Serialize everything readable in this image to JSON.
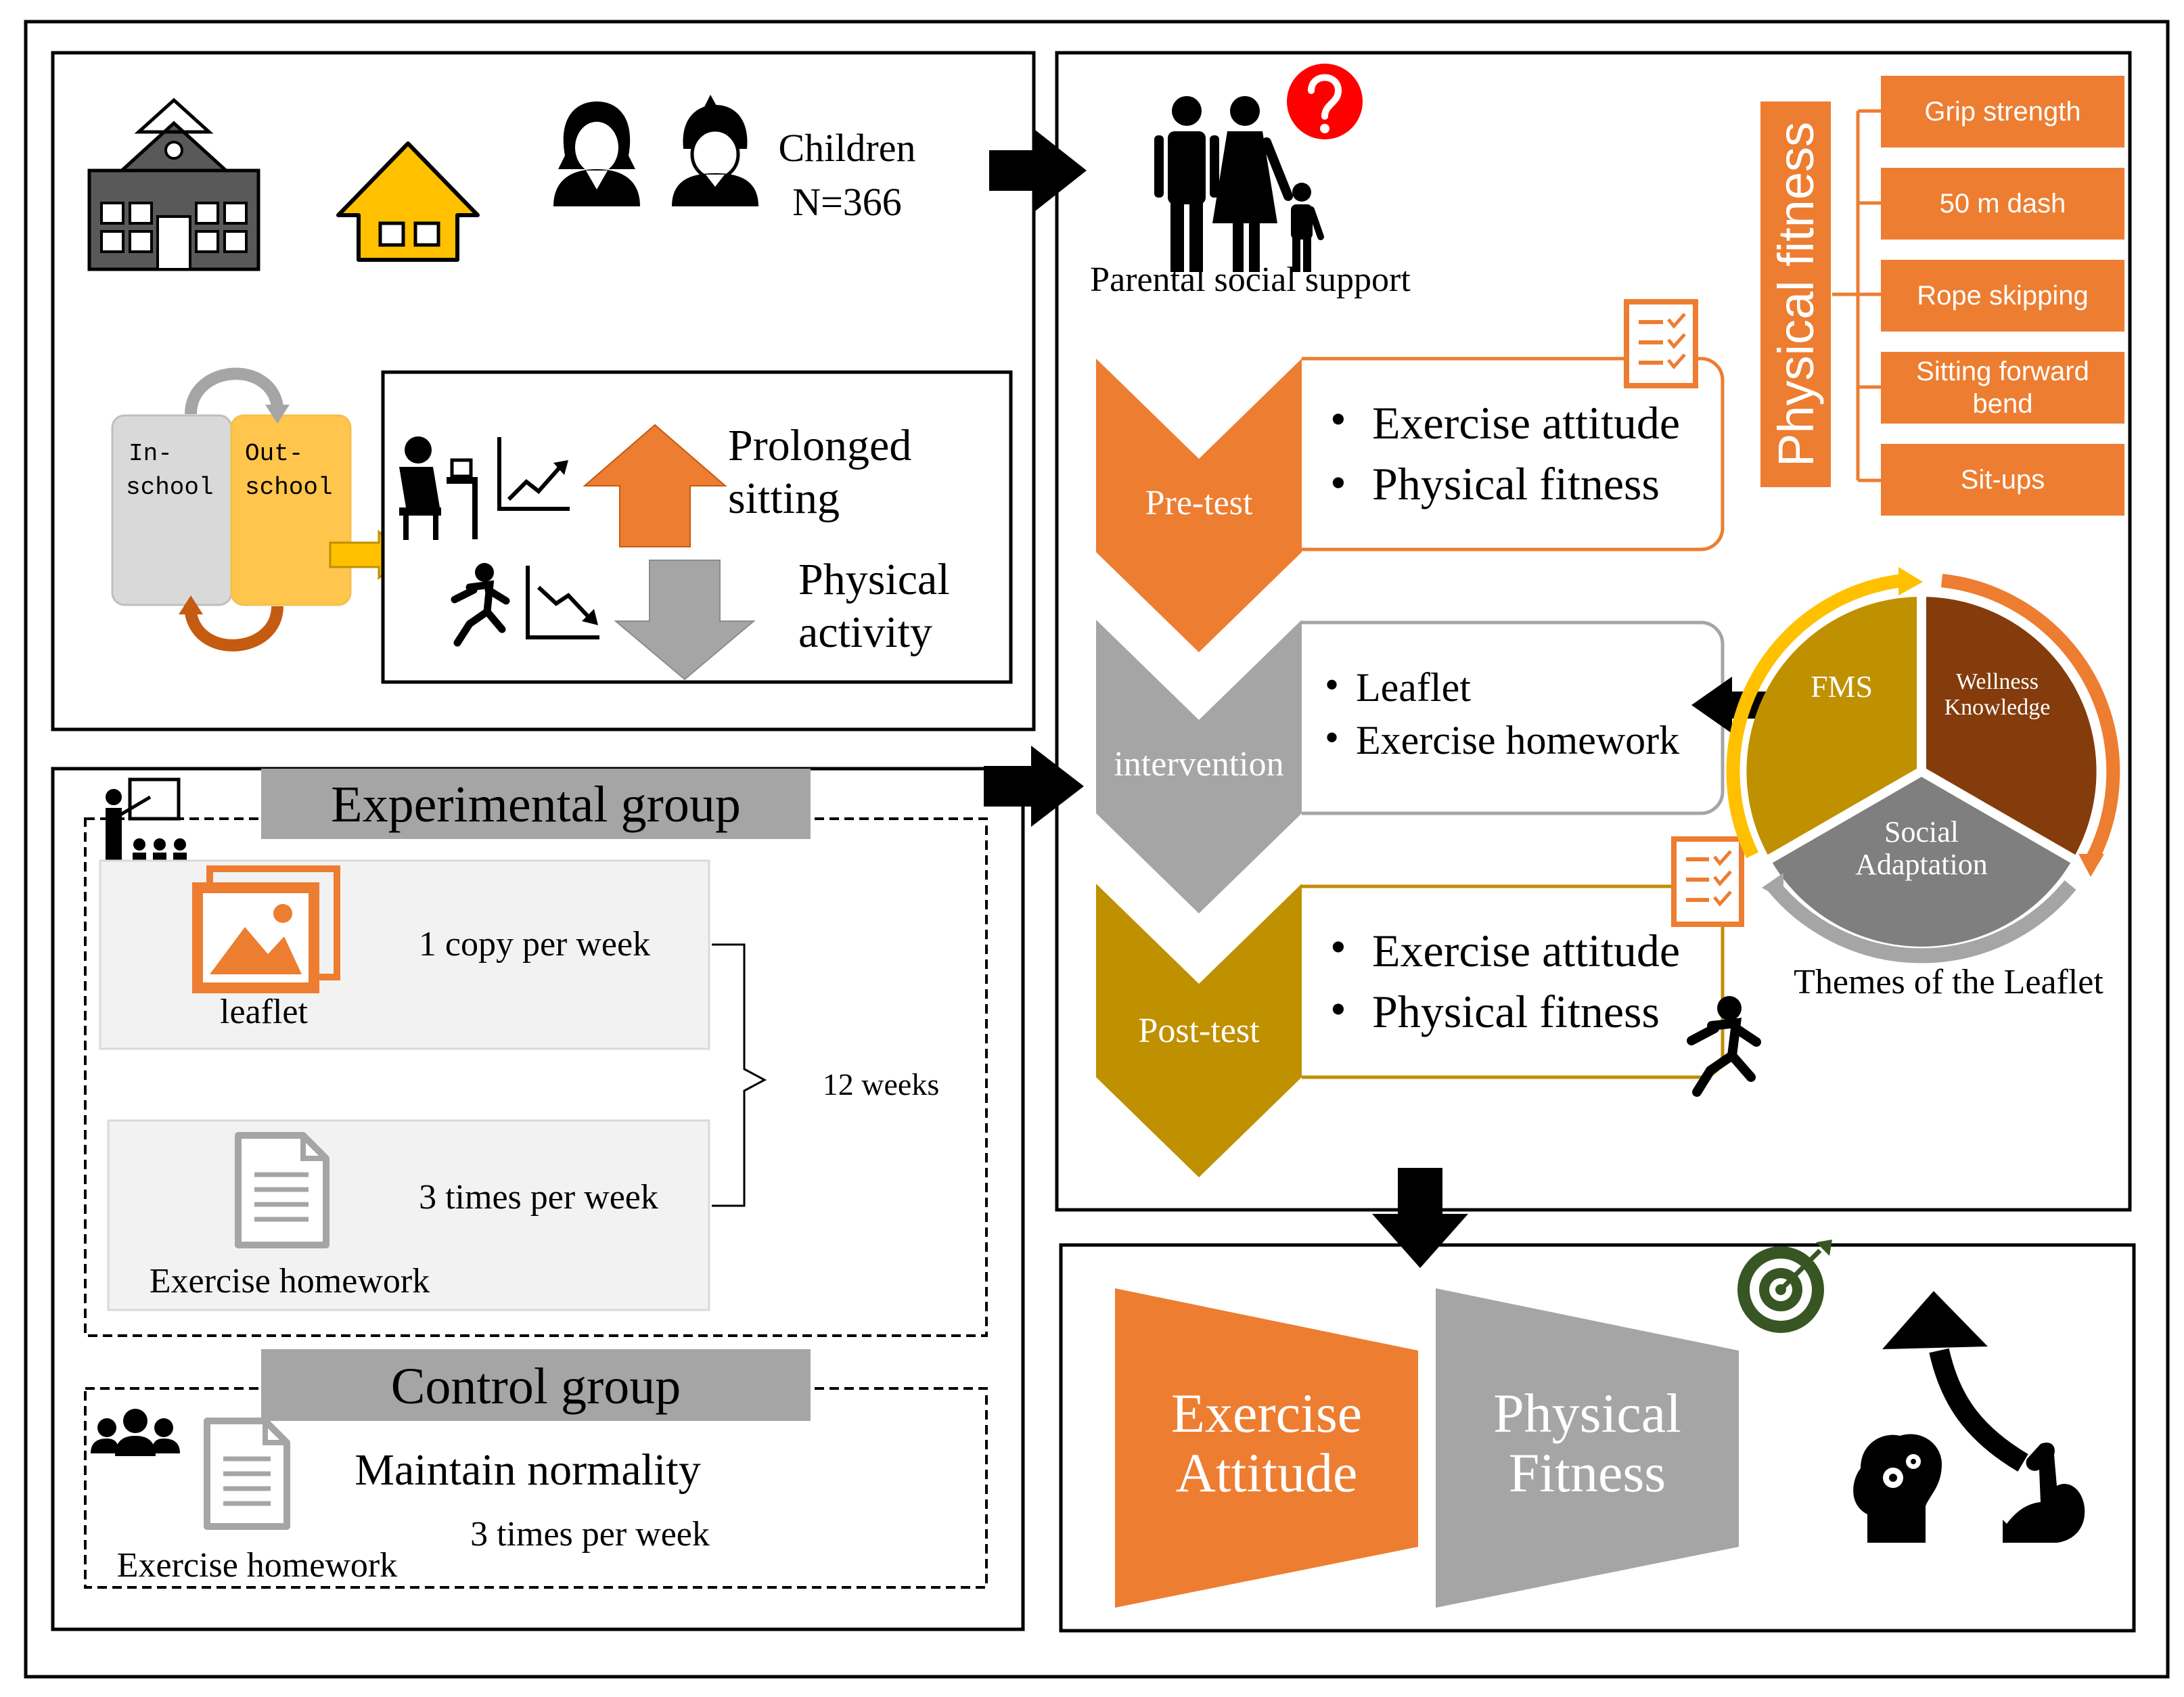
{
  "colors": {
    "orange": "#ED7D31",
    "gray": "#A5A5A5",
    "gold": "#BF9000",
    "brown": "#843C0C",
    "yellow_house": "#FFC000",
    "red_badge": "#FF0000",
    "dark_gray": "#595959",
    "green_target": "#375623",
    "light_panel": "#F2F2F2"
  },
  "top_left": {
    "children_label": "Children",
    "children_count": "N=366",
    "in_school": "In-school",
    "in_school_line1": "In-",
    "in_school_line2": "school",
    "out_school": "Out-school",
    "out_school_line1": "Out-",
    "out_school_line2": "school",
    "prolonged_sitting_line1": "Prolonged",
    "prolonged_sitting_line2": "sitting",
    "physical_activity_line1": "Physical",
    "physical_activity_line2": "activity",
    "icons": [
      "school-building-icon",
      "house-icon",
      "girl-icon",
      "boy-icon",
      "sitting-at-desk-icon",
      "trend-up-icon",
      "running-person-icon",
      "trend-down-icon",
      "arrow-up-icon",
      "arrow-down-icon"
    ]
  },
  "experimental": {
    "title": "Experimental group",
    "leaflet_label": "leaflet",
    "leaflet_freq": "1 copy per week",
    "homework_label": "Exercise homework",
    "homework_freq": "3 times per week",
    "duration": "12 weeks",
    "icons": [
      "teacher-presentation-icon",
      "image-gallery-icon",
      "document-icon"
    ]
  },
  "control": {
    "title": "Control group",
    "maintain": "Maintain normality",
    "homework_label": "Exercise homework",
    "homework_freq": "3 times per week",
    "icons": [
      "group-people-icon",
      "document-icon"
    ]
  },
  "parental": {
    "label": "Parental social support",
    "icons": [
      "family-icon",
      "question-badge-icon"
    ]
  },
  "stages": {
    "pretest": {
      "label": "Pre-test",
      "items": [
        "Exercise attitude",
        "Physical fitness"
      ]
    },
    "intervention": {
      "label": "intervention",
      "items": [
        "Leaflet",
        "Exercise homework"
      ]
    },
    "posttest": {
      "label": "Post-test",
      "items": [
        "Exercise attitude",
        "Physical fitness"
      ]
    }
  },
  "physical_fitness": {
    "title": "Physical fitness",
    "tests": [
      "Grip strength",
      "50 m dash",
      "Rope skipping",
      "Sitting forward bend",
      "Sit-ups"
    ],
    "tests_display": [
      [
        "Grip strength"
      ],
      [
        "50 m dash"
      ],
      [
        "Rope skipping"
      ],
      [
        "Sitting forward",
        "bend"
      ],
      [
        "Sit-ups"
      ]
    ]
  },
  "themes": {
    "caption": "Themes of the Leaflet",
    "fms": "FMS",
    "wellness_line1": "Wellness",
    "wellness_line2": "Knowledge",
    "social_line1": "Social",
    "social_line2": "Adaptation"
  },
  "outcome": {
    "exercise_line1": "Exercise",
    "exercise_line2": "Attitude",
    "physical_line1": "Physical",
    "physical_line2": "Fitness",
    "icons": [
      "target-icon",
      "brain-gears-icon",
      "flexed-arm-icon",
      "curved-arrow-up-icon"
    ]
  }
}
